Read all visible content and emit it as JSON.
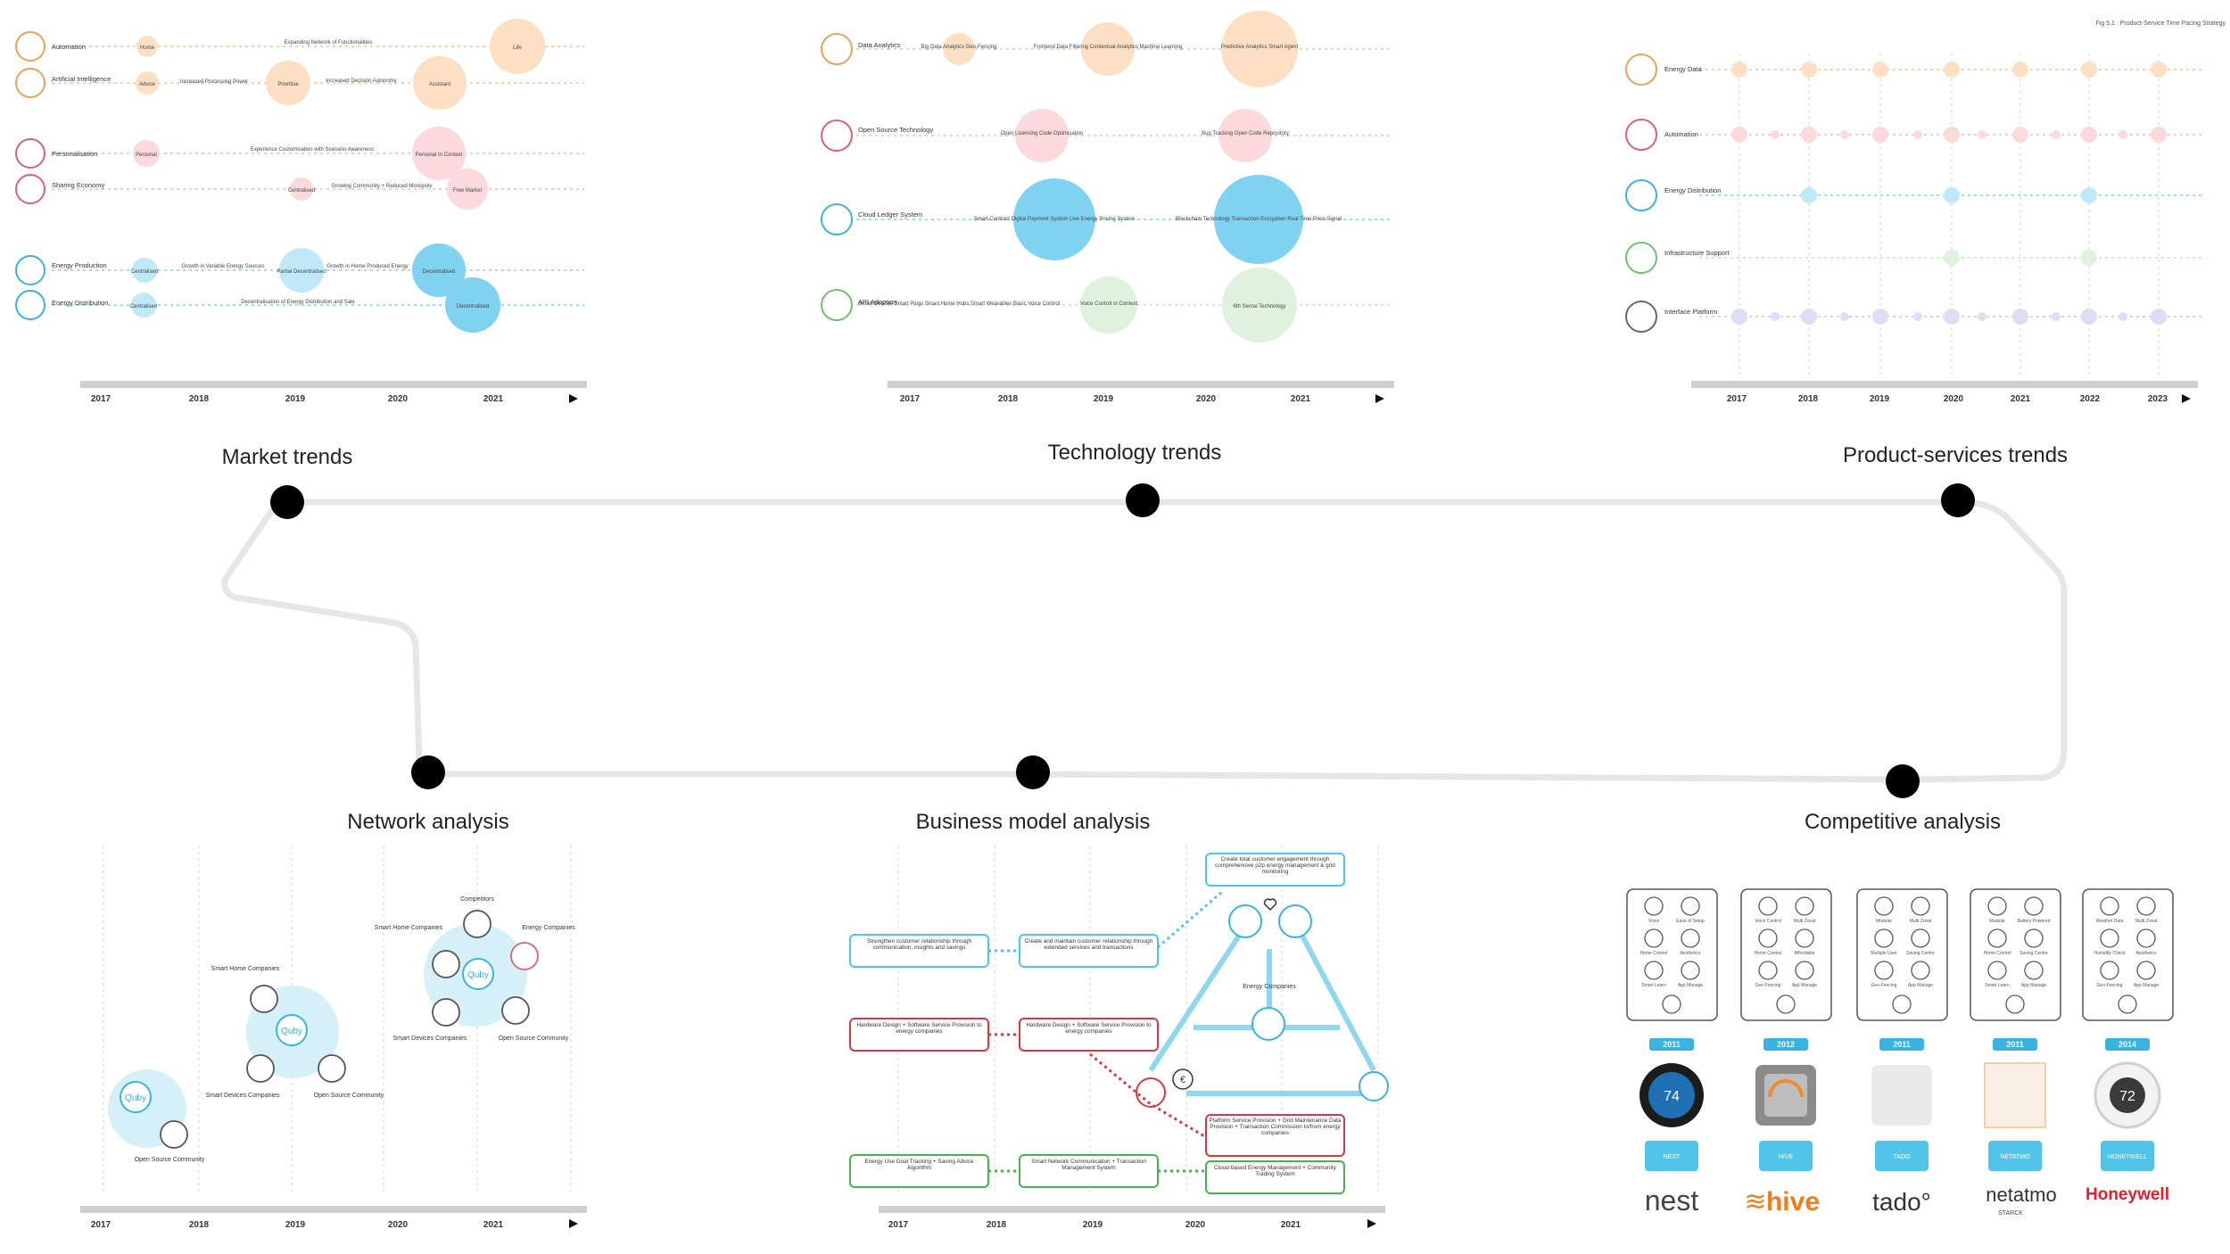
{
  "sections": {
    "market": "Market trends",
    "technology": "Technology trends",
    "product": "Product-services trends",
    "network": "Network analysis",
    "business": "Business model analysis",
    "competitive": "Competitive analysis"
  },
  "fig_caption": "Fig 5.1 : Product-Service Time Pacing Strategy",
  "colors": {
    "orange": "#f6c48f",
    "pink": "#f3b9bf",
    "blue": "#7fd3f1",
    "green": "#bfe6bd",
    "lavender": "#c3c6ee",
    "path": "#e6e6e6",
    "icon_orange": "#e8a25a",
    "icon_pink": "#d9646f",
    "icon_blue": "#39b3df",
    "icon_green": "#6fbf70",
    "icon_grey": "#666666",
    "bm_blue": "#4fc3ea",
    "bm_red": "#d63844",
    "bm_green": "#4bb04f"
  },
  "market_trends": {
    "years": [
      "2017",
      "2018",
      "2019",
      "2020",
      "2021"
    ],
    "rows": [
      {
        "label": "Automation",
        "events": [
          "Home",
          "Expanding Network of Functionalities",
          "Life"
        ]
      },
      {
        "label": "Artificial Intelligence",
        "events": [
          "Advise",
          "Increased Processing Power",
          "Prioritise",
          "Increased Decision Autonomy",
          "Assistant"
        ]
      },
      {
        "label": "Personalisation",
        "events": [
          "Personal",
          "Experience Customisation with Scenario Awareness",
          "Personal In Context"
        ]
      },
      {
        "label": "Sharing Economy",
        "events": [
          "Centralised",
          "Growing Community + Reduced Monopoly",
          "Free Market"
        ]
      },
      {
        "label": "Energy Production",
        "events": [
          "Centralised",
          "Growth in Variable Energy Sources",
          "Partial Decentralised",
          "Growth in Home Produced Energy",
          "Decentralised"
        ]
      },
      {
        "label": "Energy Distribution",
        "events": [
          "Centralised",
          "Decentralisation of Energy Distribution and Sale",
          "Decentralised"
        ]
      }
    ]
  },
  "technology_trends": {
    "years": [
      "2017",
      "2018",
      "2019",
      "2020",
      "2021"
    ],
    "rows": [
      {
        "label": "Data Analytics",
        "events": [
          "Big Data Analytics Geo-Fencing",
          "Frontend Data Filtering Contextual Analytics Machine Learning",
          "Predictive Analytics Smart Agent"
        ]
      },
      {
        "label": "Open Source Technology",
        "events": [
          "Open Licensing Code Optimisation",
          "Bug Tracking Open Code Repository"
        ]
      },
      {
        "label": "Cloud Ledger System",
        "events": [
          "Smart Contract Digital Payment System Live Energy Pricing System",
          "Blockchain Technology Transaction Encryption Real Time Price Signal"
        ]
      },
      {
        "label": "API Adoption",
        "events": [
          "Smart Devices Smart Plugs Smart Home Hubs Smart Wearables Basic Voice Control",
          "Voice Control in Context",
          "6th Sense Technology"
        ]
      }
    ]
  },
  "product_trends": {
    "years": [
      "2017",
      "2018",
      "2019",
      "2020",
      "2021",
      "2022",
      "2023"
    ],
    "rows": [
      "Energy Data",
      "Automation",
      "Energy Distribution",
      "Infrastructure Support",
      "Interface Platform"
    ]
  },
  "network_analysis": {
    "years": [
      "2017",
      "2018",
      "2019",
      "2020",
      "2021"
    ],
    "labels": [
      "Open Source Community",
      "Smart Home Companies",
      "Smart Devices Companies",
      "Open Source Community",
      "Competitors",
      "Smart Home Companies",
      "Energy Companies",
      "Smart Devices Companies",
      "Open Source Community"
    ],
    "brand": "Quby"
  },
  "business_model": {
    "years": [
      "2017",
      "2018",
      "2019",
      "2020",
      "2021"
    ],
    "boxes": [
      "Create total customer engagement through comprehensive p2p energy management & grid monitoring",
      "Strengthen customer relationship through communication, insights and savings",
      "Create and maintain customer relationship through extended services and transactions",
      "Hardware Design + Software Service Provision to energy companies",
      "Hardware Design + Software Service Provision to energy companies",
      "Platform Service Provision + Grid Maintenance Data Provision + Transaction Commission to/from energy companies",
      "Energy Use Goal Tracking + Saving Advice Algorithm",
      "Smart Network Communication + Transaction Management System",
      "Cloud-based Energy Management + Community Trading System"
    ],
    "center_label": "Energy Companies"
  },
  "competitive": {
    "products": [
      {
        "year": "2011",
        "tag": "NEST",
        "logo": "nest",
        "feat": [
          "Voice",
          "Ease of Setup",
          "Home Control",
          "Aesthetics",
          "Smart Learn",
          "App Manage"
        ],
        "display": "74"
      },
      {
        "year": "2012",
        "tag": "HIVE",
        "logo": "hive",
        "feat": [
          "Voice Control",
          "Multi Zonal",
          "Home Control",
          "Affordable",
          "Geo-Fencing",
          "App Manage"
        ],
        "display": ""
      },
      {
        "year": "2011",
        "tag": "TADO",
        "logo": "tado°",
        "feat": [
          "Modular",
          "Multi Zonal",
          "Multiple User",
          "Saving Centre",
          "Geo-Fencing",
          "App Manage"
        ],
        "display": ""
      },
      {
        "year": "2011",
        "tag": "NETATMO",
        "logo": "netatmo",
        "feat": [
          "Modular",
          "Battery Powered",
          "Home Control",
          "Saving Centre",
          "Smart Learn",
          "App Manage"
        ],
        "display": ""
      },
      {
        "year": "2014",
        "tag": "HONEYWELL",
        "logo": "Honeywell",
        "feat": [
          "Weather Data",
          "Multi Zonal",
          "Humidity Check",
          "Aesthetics",
          "Geo-Fencing",
          "App Manage"
        ],
        "display": "72"
      }
    ],
    "netatmo_sub": "STARCK"
  }
}
